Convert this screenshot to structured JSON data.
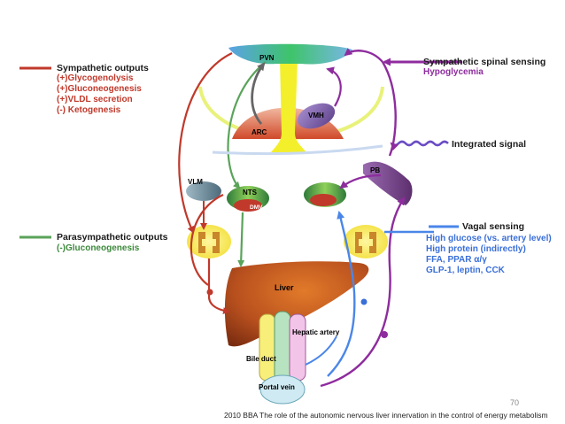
{
  "legend": {
    "sympathetic": {
      "title": "Sympathetic outputs",
      "lines": [
        "(+)Glycogenolysis",
        "(+)Gluconeogenesis",
        "(+)VLDL secretion",
        "(-) Ketogenesis"
      ],
      "color": "#c0392b"
    },
    "parasympathetic": {
      "title": "Parasympathetic outputs",
      "lines": [
        "(-)Gluconeogenesis"
      ],
      "color": "#5aa35a"
    },
    "spinal": {
      "title": "Sympathetic spinal sensing",
      "lines": [
        "Hypoglycemia"
      ],
      "color": "#8e2c9e"
    },
    "integrated": {
      "title": "Integrated signal",
      "color": "#6a4cc4"
    },
    "vagal": {
      "title": "Vagal sensing",
      "lines": [
        "High glucose (vs. artery level)",
        "High protein (indirectly)",
        "FFA, PPAR α/γ",
        "GLP-1, leptin, CCK"
      ],
      "color": "#3a6fd8"
    }
  },
  "labels": {
    "pvn": "PVN",
    "arc": "ARC",
    "vmh": "VMH",
    "pb": "PB",
    "vlm": "VLM",
    "nts": "NTS",
    "dmv": "DMV",
    "liver": "Liver",
    "hepatic_artery": "Hepatic artery",
    "bile_duct": "Bile duct",
    "portal_vein": "Portal vein"
  },
  "page_number": "70",
  "caption": "2010 BBA The role of the autonomic nervous liver innervation in the control of energy metabolism"
}
